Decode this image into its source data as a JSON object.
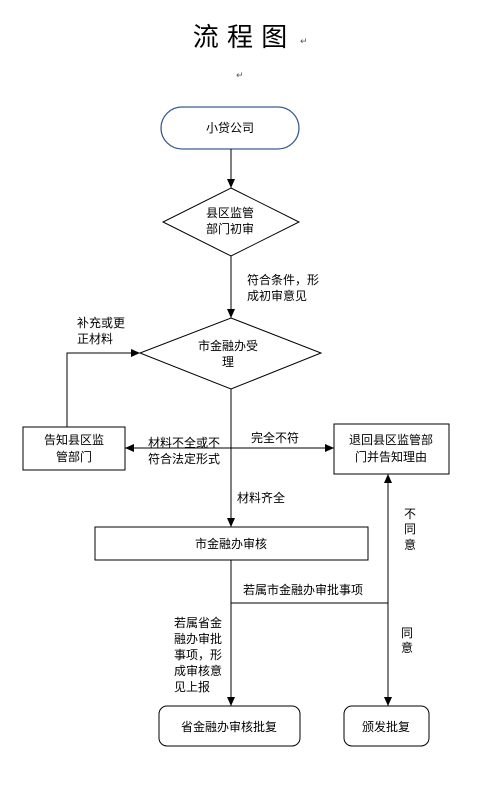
{
  "title": "流 程 图",
  "nodes": {
    "xiaodai": "小贷公司",
    "county_review": [
      "县区监管",
      "部门初审"
    ],
    "city_accept": [
      "市金融办受",
      "理"
    ],
    "notify_county": [
      "告知县区监",
      "管部门"
    ],
    "return_county": [
      "退回县区监管部",
      "门并告知理由"
    ],
    "city_review": "市金融办审核",
    "province_reply": "省金融办审核批复",
    "issue_reply": "颁发批复"
  },
  "edge_labels": {
    "meets_conditions": [
      "符合条件，形",
      "成初审意见"
    ],
    "supplement": [
      "补充或更",
      "正材料"
    ],
    "incomplete": [
      "材料不全或不",
      "符合法定形式"
    ],
    "not_compliant": "完全不符",
    "complete": "材料齐全",
    "disagree": [
      "不",
      "同",
      "意"
    ],
    "city_matter": "若属市金融办审批事项",
    "province_matter": [
      "若属省金",
      "融办审批",
      "事项，形",
      "成审核意",
      "见上报"
    ],
    "agree": [
      "同",
      "意"
    ]
  },
  "return_mark": "↵"
}
